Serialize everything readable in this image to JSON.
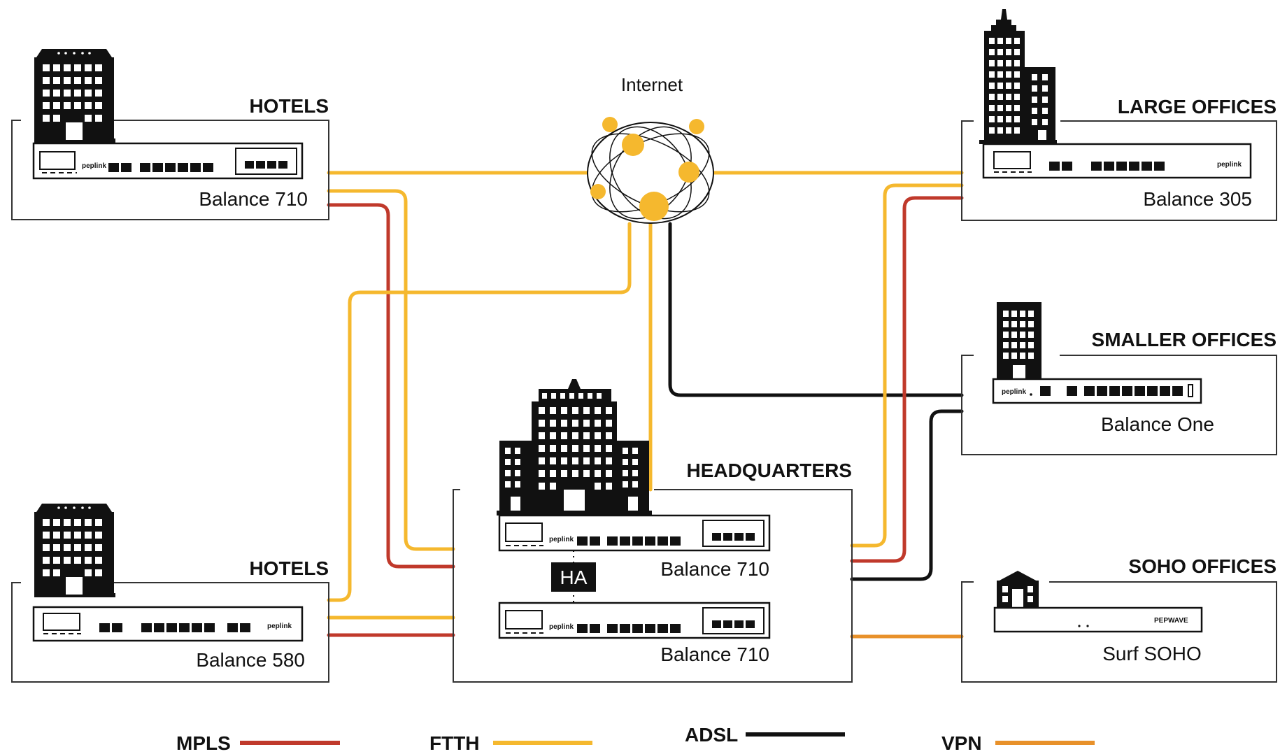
{
  "internet": {
    "label": "Internet"
  },
  "sites": {
    "hotels_top": {
      "title": "HOTELS",
      "model": "Balance 710",
      "brand": "peplink"
    },
    "hotels_bottom": {
      "title": "HOTELS",
      "model": "Balance 580",
      "brand": "peplink"
    },
    "large_offices": {
      "title": "LARGE OFFICES",
      "model": "Balance 305",
      "brand": "peplink"
    },
    "smaller_offices": {
      "title": "SMALLER OFFICES",
      "model": "Balance One",
      "brand": "peplink"
    },
    "soho_offices": {
      "title": "SOHO OFFICES",
      "model": "Surf SOHO",
      "brand": "PEPWAVE"
    },
    "headquarters": {
      "title": "HEADQUARTERS",
      "model_top": "Balance 710",
      "model_bottom": "Balance 710",
      "ha": "HA",
      "brand": "peplink"
    }
  },
  "legend": [
    {
      "label": "MPLS",
      "color": "#c0392b"
    },
    {
      "label": "FTTH",
      "color": "#f5b82e"
    },
    {
      "label": "ADSL",
      "color": "#111111"
    },
    {
      "label": "VPN",
      "color": "#e8912a"
    }
  ],
  "colors": {
    "mpls": "#c0392b",
    "ftth": "#f5b82e",
    "adsl": "#111111",
    "vpn": "#e8912a",
    "node": "#f5b82e"
  }
}
